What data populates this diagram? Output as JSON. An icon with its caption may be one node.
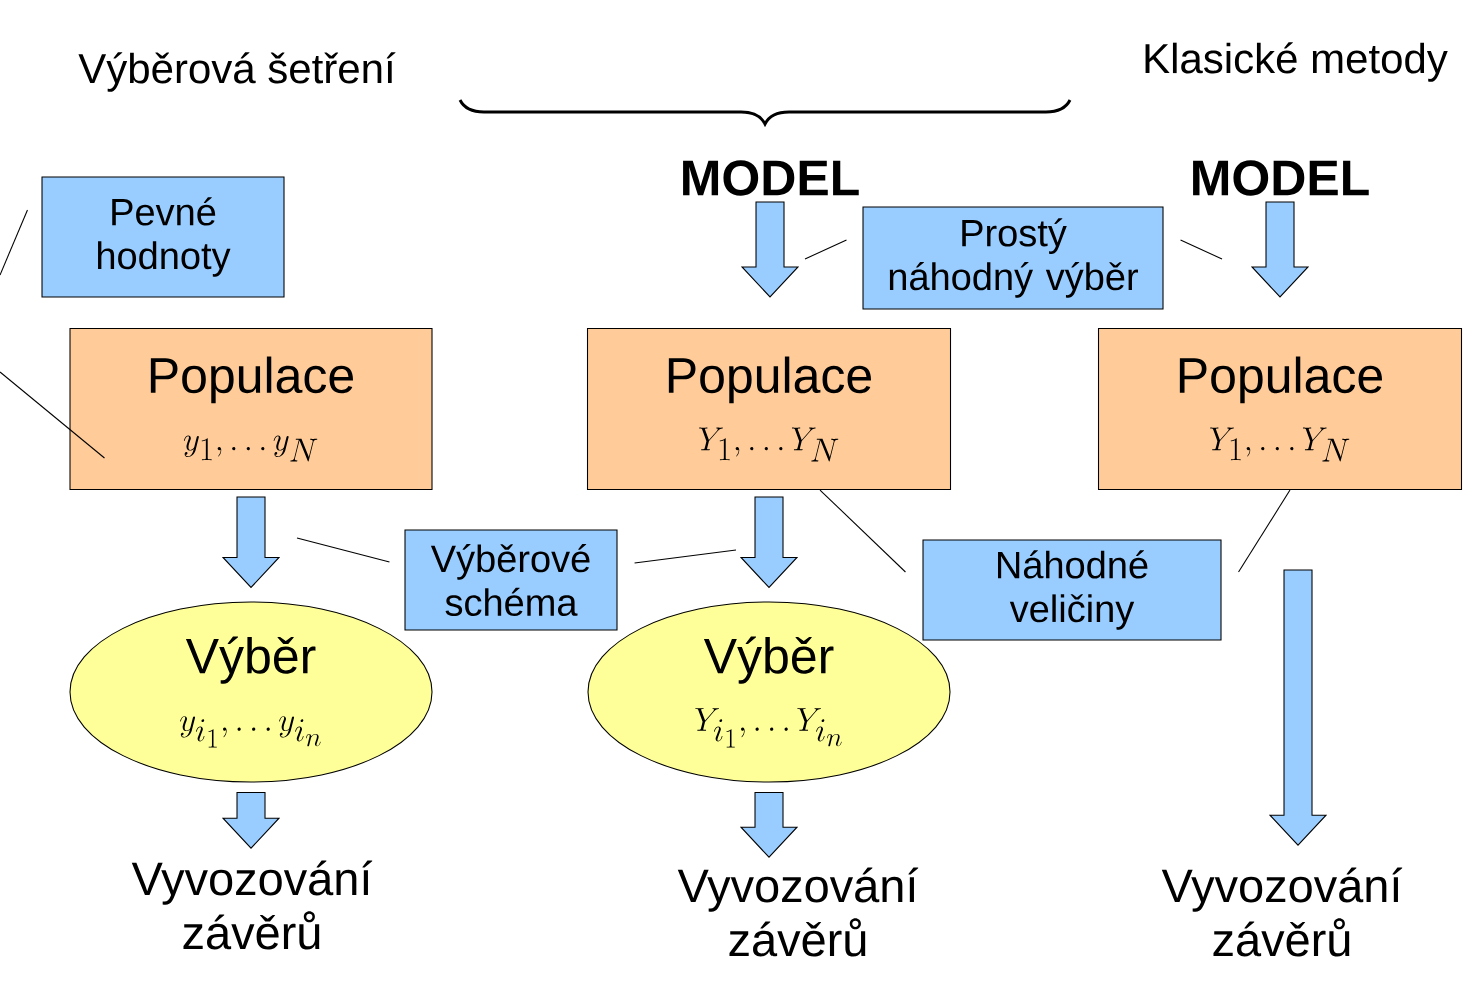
{
  "diagram": {
    "nodes": [
      {
        "text": [
          "MODEL"
        ]
      },
      {
        "text": [
          "MODEL"
        ]
      },
      {
        "text": [
          "Pevné hodnoty"
        ]
      },
      {
        "text": [
          "Prostý náhodný výběr"
        ]
      },
      {
        "text": [
          "Populace",
          "y_{1},\\ldots y_{N}"
        ]
      },
      {
        "text": [
          "Populace",
          "Y_{1},\\ldots Y_{N}"
        ]
      },
      {
        "text": [
          "Populace",
          "Y_{1},\\ldots Y_{N}"
        ]
      },
      {
        "text": [
          "Výběrové schéma"
        ]
      },
      {
        "text": [
          "Náhodné veličiny"
        ]
      },
      {
        "text": [
          "Výběr",
          "y_{i_1},\\ldots y_{i_n}"
        ]
      },
      {
        "text": [
          "Výběr",
          "Y_{i_1},\\ldots Y_{i_n}"
        ]
      },
      {
        "text": [
          "Vyvozování závěrů"
        ]
      },
      {
        "text": [
          "Vyvozování závěrů"
        ]
      },
      {
        "text": [
          "Vyvozování závěrů"
        ]
      }
    ],
    "edges": [
      {
        "from": 0,
        "to": 5,
        "arrow": "to",
        "style": "thick",
        "color": "#99ccff"
      },
      {
        "from": 1,
        "to": 6,
        "arrow": "to",
        "style": "thick",
        "color": "#99ccff"
      },
      {
        "from": 4,
        "to": 9,
        "arrow": "to",
        "style": "thick",
        "color": "#99ccff"
      },
      {
        "from": 5,
        "to": 10,
        "arrow": "to",
        "style": "thick",
        "color": "#99ccff"
      },
      {
        "from": 9,
        "to": 11,
        "arrow": "to",
        "style": "thick",
        "color": "#99ccff"
      },
      {
        "from": 10,
        "to": 12,
        "arrow": "to",
        "style": "thick",
        "color": "#99ccff"
      },
      {
        "from": 6,
        "to": 13,
        "arrow": "to",
        "style": "thick",
        "color": "#99ccff"
      },
      {
        "from": 3,
        "to": null,
        "arrow": "none"
      },
      {
        "from": 3,
        "to": null,
        "arrow": "none"
      },
      {
        "from": null,
        "to": 2,
        "arrow": "none"
      },
      {
        "from": null,
        "to": 4,
        "arrow": "none"
      },
      {
        "from": 7,
        "to": null,
        "arrow": "none"
      },
      {
        "from": 7,
        "to": null,
        "arrow": "none"
      },
      {
        "from": 8,
        "to": 5,
        "arrow": "none"
      },
      {
        "from": 8,
        "to": 6,
        "arrow": "none"
      }
    ],
    "labels": [
      "Výběrová šetření",
      "Klasické metody"
    ]
  }
}
